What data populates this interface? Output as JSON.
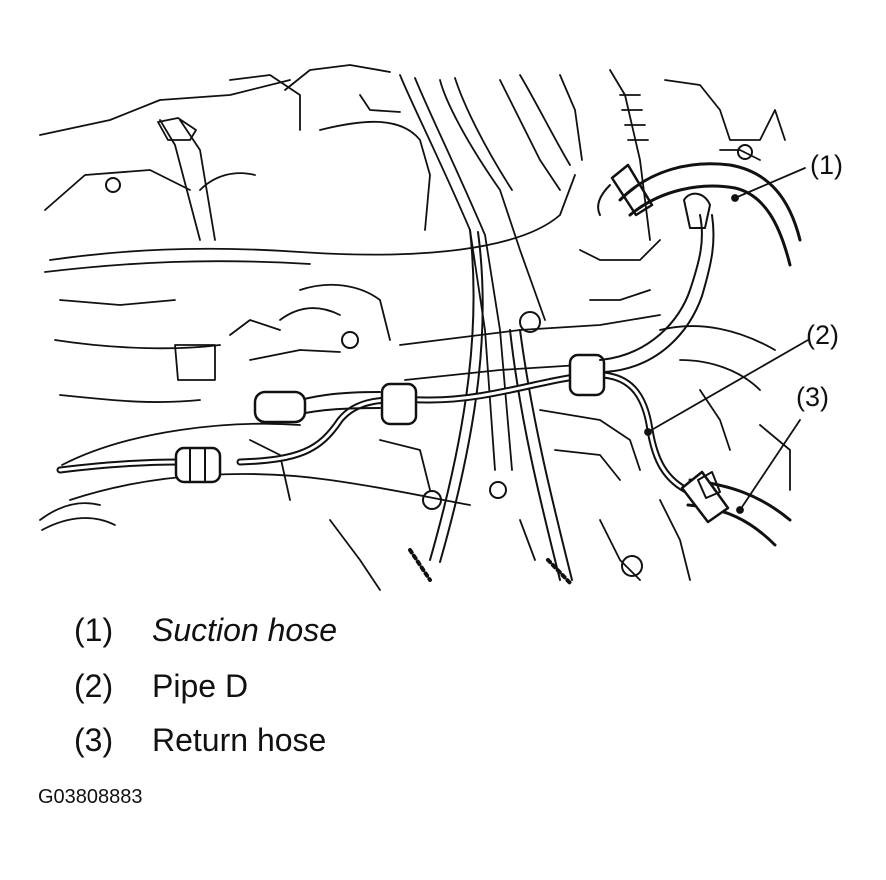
{
  "callouts": [
    "(1)",
    "(2)",
    "(3)"
  ],
  "legend": [
    {
      "number": "(1)",
      "text": "Suction hose"
    },
    {
      "number": "(2)",
      "text": "Pipe D"
    },
    {
      "number": "(3)",
      "text": "Return hose"
    }
  ],
  "figure_id": "G03808883",
  "colors": {
    "ink": "#111111",
    "background": "#ffffff"
  }
}
